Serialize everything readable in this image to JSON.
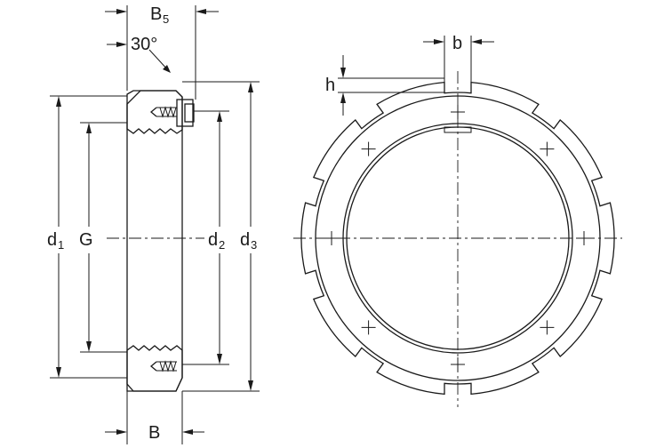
{
  "labels": {
    "B5_main": "B",
    "B5_sub": "5",
    "angle": "30°",
    "d1_main": "d",
    "d1_sub": "1",
    "G": "G",
    "d2_main": "d",
    "d2_sub": "2",
    "d3_main": "d",
    "d3_sub": "3",
    "B": "B",
    "b": "b",
    "h": "h"
  },
  "colors": {
    "section_fill": "#b9cde3",
    "line": "#1a1a1a"
  },
  "icons": {
    "locking_screw": "hex-screw-icon"
  }
}
